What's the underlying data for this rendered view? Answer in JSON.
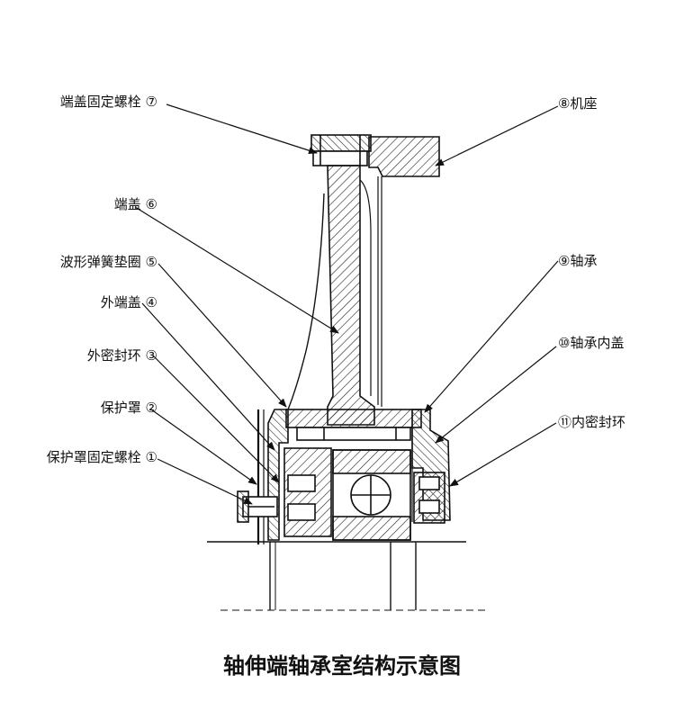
{
  "caption": "轴伸端轴承室结构示意图",
  "labels": {
    "l7": "端盖固定螺栓 ⑦",
    "l6": "端盖 ⑥",
    "l5": "波形弹簧垫圈 ⑤",
    "l4": "外端盖 ④",
    "l3": "外密封环 ③",
    "l2": "保护罩 ②",
    "l1": "保护罩固定螺栓 ①",
    "r8": "⑧机座",
    "r9": "⑨轴承",
    "r10": "⑩轴承内盖",
    "r11": "⑪内密封环"
  }
}
